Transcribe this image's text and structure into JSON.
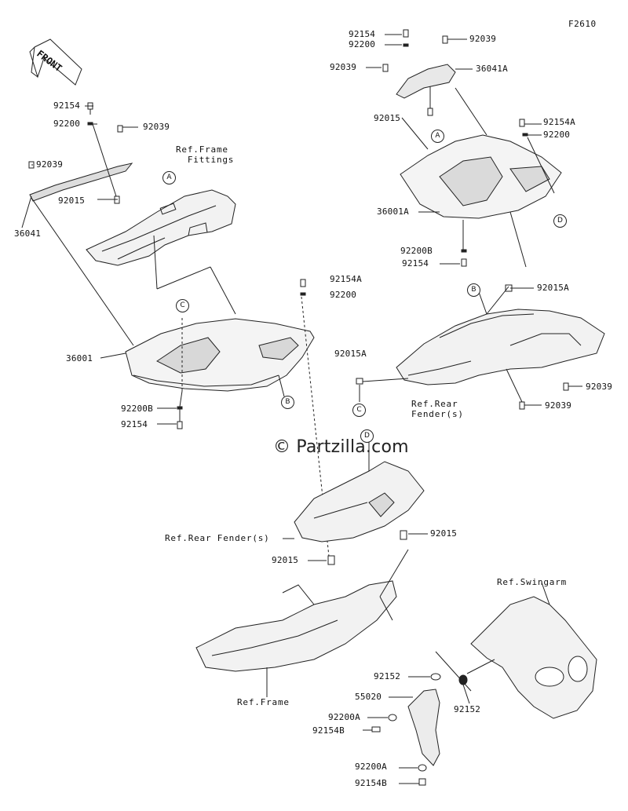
{
  "figure_code": "F2610",
  "watermark": "© Partzilla.com",
  "front_label": "FRONT",
  "refs": {
    "frame_fittings": "Ref.Frame\n  Fittings",
    "rear_fender_right": "Ref.Rear\nFender(s)",
    "rear_fender_center": "Ref.Rear Fender(s)",
    "swingarm": "Ref.Swingarm",
    "frame": "Ref.Frame"
  },
  "circles": {
    "a_left": "A",
    "a_right": "A",
    "b_left": "B",
    "b_right": "B",
    "c_left": "C",
    "c_right": "C",
    "d_right": "D",
    "d_center": "D"
  },
  "labels": {
    "l_92154": "92154",
    "l_92200": "92200",
    "l_92039_a": "92039",
    "l_92039_b": "92039",
    "l_92015": "92015",
    "l_36041": "36041",
    "l_36001": "36001",
    "l_92200B": "92200B",
    "l_92154_bot": "92154",
    "c_92154A": "92154A",
    "c_92200": "92200",
    "c_92015A": "92015A",
    "c_92015_right": "92015",
    "c_92015_left": "92015",
    "r_92154": "92154",
    "r_92200": "92200",
    "r_92039_top": "92039",
    "r_92039_left": "92039",
    "r_36041A": "36041A",
    "r_92015": "92015",
    "r_92154A": "92154A",
    "r_92200_b": "92200",
    "r_36001A": "36001A",
    "r_92200B": "92200B",
    "r_92154_b": "92154",
    "r_92015A": "92015A",
    "r_92039_c": "92039",
    "r_92039_d": "92039",
    "s_92152_a": "92152",
    "s_92152_b": "92152",
    "s_55020": "55020",
    "s_92200A_a": "92200A",
    "s_92154B_a": "92154B",
    "s_92200A_b": "92200A",
    "s_92154B_b": "92154B"
  }
}
